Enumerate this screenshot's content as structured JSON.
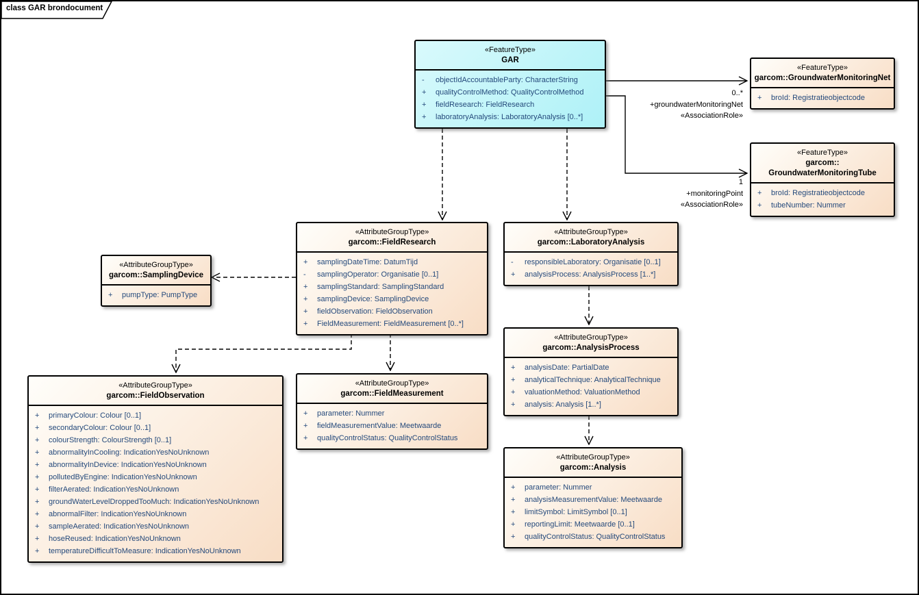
{
  "frame": {
    "tab_label": "class GAR brondocument"
  },
  "colors": {
    "feature_fill": "#b9f3f9",
    "group_fill": "#f8ddc5",
    "attr_text": "#24497b",
    "line": "#000000"
  },
  "classes": [
    {
      "id": "gar",
      "kind": "feature",
      "stereotype": "«FeatureType»",
      "name_lines": [
        "GAR"
      ],
      "attributes": [
        {
          "vis": "-",
          "text": "objectIdAccountableParty: CharacterString"
        },
        {
          "vis": "+",
          "text": "qualityControlMethod: QualityControlMethod"
        },
        {
          "vis": "+",
          "text": "fieldResearch: FieldResearch"
        },
        {
          "vis": "+",
          "text": "laboratoryAnalysis: LaboratoryAnalysis [0..*]"
        }
      ]
    },
    {
      "id": "groundwater-monitoring-net",
      "kind": "feature-ref",
      "stereotype": "«FeatureType»",
      "name_lines": [
        "garcom::GroundwaterMonitoringNet"
      ],
      "attributes": [
        {
          "vis": "+",
          "text": "broId: Registratieobjectcode"
        }
      ]
    },
    {
      "id": "groundwater-monitoring-tube",
      "kind": "feature-ref",
      "stereotype": "«FeatureType»",
      "name_lines": [
        "garcom::",
        "GroundwaterMonitoringTube"
      ],
      "attributes": [
        {
          "vis": "+",
          "text": "broId: Registratieobjectcode"
        },
        {
          "vis": "+",
          "text": "tubeNumber: Nummer"
        }
      ]
    },
    {
      "id": "field-research",
      "kind": "group",
      "stereotype": "«AttributeGroupType»",
      "name_lines": [
        "garcom::FieldResearch"
      ],
      "attributes": [
        {
          "vis": "+",
          "text": "samplingDateTime: DatumTijd"
        },
        {
          "vis": "-",
          "text": "samplingOperator: Organisatie [0..1]"
        },
        {
          "vis": "+",
          "text": "samplingStandard: SamplingStandard"
        },
        {
          "vis": "+",
          "text": "samplingDevice: SamplingDevice"
        },
        {
          "vis": "+",
          "text": "fieldObservation: FieldObservation"
        },
        {
          "vis": "+",
          "text": "FieldMeasurement: FieldMeasurement [0..*]"
        }
      ]
    },
    {
      "id": "laboratory-analysis",
      "kind": "group",
      "stereotype": "«AttributeGroupType»",
      "name_lines": [
        "garcom::LaboratoryAnalysis"
      ],
      "attributes": [
        {
          "vis": "-",
          "text": "responsibleLaboratory: Organisatie [0..1]"
        },
        {
          "vis": "+",
          "text": "analysisProcess: AnalysisProcess [1..*]"
        }
      ]
    },
    {
      "id": "sampling-device",
      "kind": "group",
      "stereotype": "«AttributeGroupType»",
      "name_lines": [
        "garcom::SamplingDevice"
      ],
      "attributes": [
        {
          "vis": "+",
          "text": "pumpType: PumpType"
        }
      ]
    },
    {
      "id": "field-observation",
      "kind": "group",
      "stereotype": "«AttributeGroupType»",
      "name_lines": [
        "garcom::FieldObservation"
      ],
      "attributes": [
        {
          "vis": "+",
          "text": "primaryColour: Colour [0..1]"
        },
        {
          "vis": "+",
          "text": "secondaryColour: Colour [0..1]"
        },
        {
          "vis": "+",
          "text": "colourStrength: ColourStrength [0..1]"
        },
        {
          "vis": "+",
          "text": "abnormalityInCooling: IndicationYesNoUnknown"
        },
        {
          "vis": "+",
          "text": "abnormalityInDevice: IndicationYesNoUnknown"
        },
        {
          "vis": "+",
          "text": "pollutedByEngine: IndicationYesNoUnknown"
        },
        {
          "vis": "+",
          "text": "filterAerated: IndicationYesNoUnknown"
        },
        {
          "vis": "+",
          "text": "groundWaterLevelDroppedTooMuch: IndicationYesNoUnknown"
        },
        {
          "vis": "+",
          "text": "abnormalFilter: IndicationYesNoUnknown"
        },
        {
          "vis": "+",
          "text": "sampleAerated: IndicationYesNoUnknown"
        },
        {
          "vis": "+",
          "text": "hoseReused: IndicationYesNoUnknown"
        },
        {
          "vis": "+",
          "text": "temperatureDifficultToMeasure: IndicationYesNoUnknown"
        }
      ]
    },
    {
      "id": "field-measurement",
      "kind": "group",
      "stereotype": "«AttributeGroupType»",
      "name_lines": [
        "garcom::FieldMeasurement"
      ],
      "attributes": [
        {
          "vis": "+",
          "text": "parameter: Nummer"
        },
        {
          "vis": "+",
          "text": "fieldMeasurementValue: Meetwaarde"
        },
        {
          "vis": "+",
          "text": "qualityControlStatus: QualityControlStatus"
        }
      ]
    },
    {
      "id": "analysis-process",
      "kind": "group",
      "stereotype": "«AttributeGroupType»",
      "name_lines": [
        "garcom::AnalysisProcess"
      ],
      "attributes": [
        {
          "vis": "+",
          "text": "analysisDate: PartialDate"
        },
        {
          "vis": "+",
          "text": "analyticalTechnique: AnalyticalTechnique"
        },
        {
          "vis": "+",
          "text": "valuationMethod: ValuationMethod"
        },
        {
          "vis": "+",
          "text": "analysis: Analysis [1..*]"
        }
      ]
    },
    {
      "id": "analysis",
      "kind": "group",
      "stereotype": "«AttributeGroupType»",
      "name_lines": [
        "garcom::Analysis"
      ],
      "attributes": [
        {
          "vis": "+",
          "text": "parameter: Nummer"
        },
        {
          "vis": "+",
          "text": "analysisMeasurementValue: Meetwaarde"
        },
        {
          "vis": "+",
          "text": "limitSymbol: LimitSymbol [0..1]"
        },
        {
          "vis": "+",
          "text": "reportingLimit: Meetwaarde [0..1]"
        },
        {
          "vis": "+",
          "text": "qualityControlStatus: QualityControlStatus"
        }
      ]
    }
  ],
  "association_labels": [
    {
      "multiplicity": "0..*",
      "role": "+groundwaterMonitoringNet",
      "stereotype": "«AssociationRole»"
    },
    {
      "multiplicity": "1",
      "role": "+monitoringPoint",
      "stereotype": "«AssociationRole»"
    }
  ]
}
